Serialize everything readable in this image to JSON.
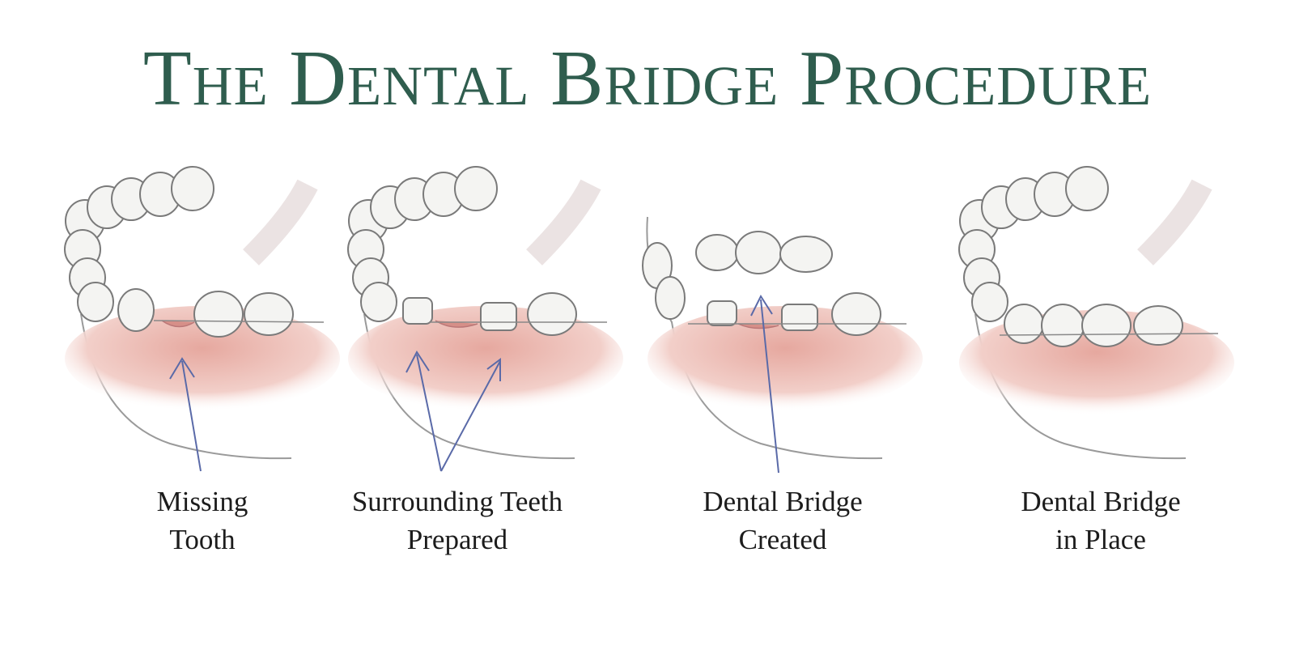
{
  "title": "The Dental Bridge Procedure",
  "steps": [
    {
      "line1": "Missing",
      "line2": "Tooth"
    },
    {
      "line1": "Surrounding Teeth",
      "line2": "Prepared"
    },
    {
      "line1": "Dental Bridge",
      "line2": "Created"
    },
    {
      "line1": "Dental Bridge",
      "line2": "in Place"
    }
  ],
  "colors": {
    "title": "#2f5d4e",
    "arrow": "#5a6aa8",
    "gum": "#e8b0a8",
    "tooth": "#f4f4f2",
    "outline": "#7a7a7a"
  }
}
